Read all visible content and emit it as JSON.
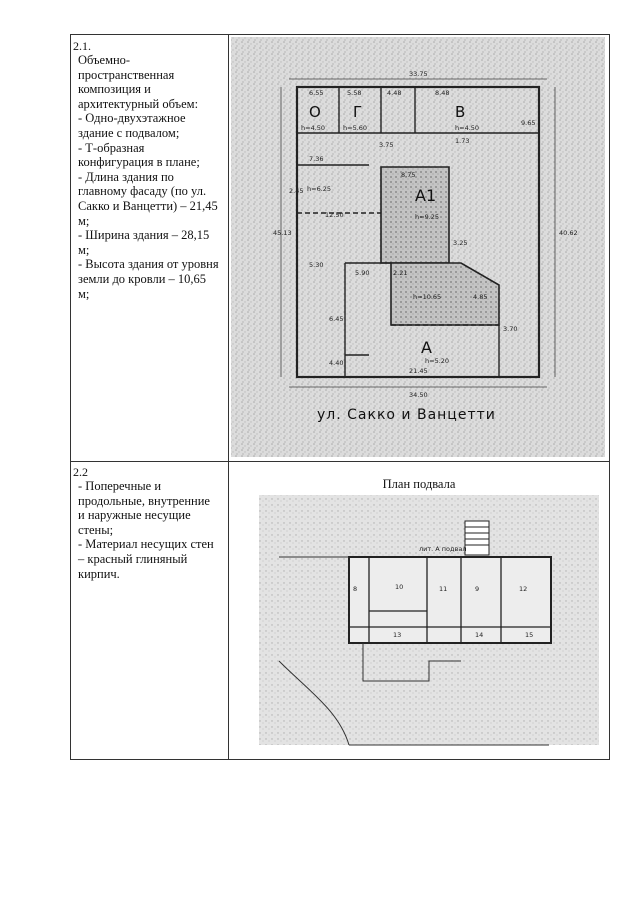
{
  "section1": {
    "number": "2.1.",
    "lines": [
      "Объемно-",
      "пространственная",
      "композиция и",
      "архитектурный объем:",
      "- Одно-двухэтажное",
      "здание с подвалом;",
      "- Т-образная",
      "конфигурация в плане;",
      "- Длина здания по",
      "главному фасаду (по ул.",
      "Сакко и Ванцетти) – 21,45",
      "м;",
      "- Ширина здания – 28,15",
      "м;",
      "- Высота здания от уровня",
      "земли до кровли – 10,65",
      "м;"
    ],
    "plan": {
      "street": "ул. Сакко и Ванцетти",
      "rooms": {
        "o": "О",
        "g": "Г",
        "v": "В",
        "a1": "А1",
        "a": "А"
      },
      "dims": {
        "top": "33.75",
        "d1": "6.55",
        "d2": "5.58",
        "d3": "4.48",
        "d4": "8.48",
        "h1": "h=4.50",
        "h2": "h=5.60",
        "h3": "h=4.50",
        "d5": "9.65",
        "d6": "3.75",
        "d7": "7.36",
        "d8": "2.45",
        "d9": "8.75",
        "h4": "h=9.25",
        "h5": "h=6.25",
        "d10": "12.50",
        "d11": "45.13",
        "d12": "40.62",
        "d13": "5.90",
        "d14": "2.21",
        "d15": "3.25",
        "h6": "h=10.65",
        "d16": "6.45",
        "d17": "4.40",
        "d18": "3.70",
        "d19": "21.45",
        "h7": "h=5.20",
        "bottom": "34.50",
        "d20": "1.73",
        "d21": "5.30",
        "d22": "4.85"
      }
    }
  },
  "section2": {
    "number": "2.2",
    "lines": [
      "- Поперечные и",
      "продольные, внутренние",
      "и наружные несущие",
      "стены;",
      "- Материал несущих стен",
      "– красный глиняный",
      "кирпич."
    ],
    "plan_title": "План подвала",
    "plan": {
      "label_top": "лит. А подвал",
      "r1": "8",
      "r2": "10",
      "r3": "11",
      "r4": "9",
      "r5": "12",
      "r6": "13",
      "r7": "14",
      "r8": "15"
    }
  }
}
